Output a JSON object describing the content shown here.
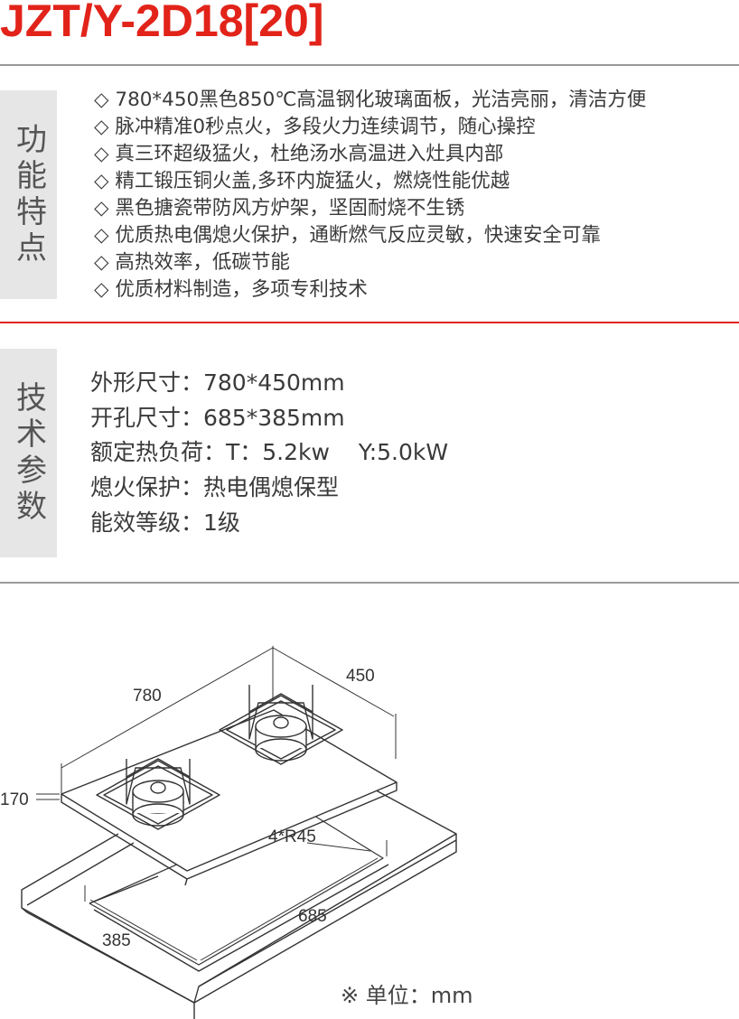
{
  "title": "JZT/Y-2D18[20]",
  "colors": {
    "accent": "#e2231a",
    "sidebar_bg": "#e6e6e6"
  },
  "features": {
    "heading": "功能特点",
    "bullet": "◇",
    "items": [
      "780*450黑色850℃高温钢化玻璃面板，光洁亮丽，清洁方便",
      "脉冲精准0秒点火，多段火力连续调节，随心操控",
      "真三环超级猛火，杜绝汤水高温进入灶具内部",
      "精工锻压铜火盖,多环内旋猛火，燃烧性能优越",
      "黑色搪瓷带防风方炉架，坚固耐烧不生锈",
      "优质热电偶熄火保护，通断燃气反应灵敏，快速安全可靠",
      "高热效率，低碳节能",
      "优质材料制造，多项专利技术"
    ]
  },
  "specs": {
    "heading": "技术参数",
    "items": [
      "外形尺寸：780*450mm",
      "开孔尺寸：685*385mm",
      "额定热负荷：T：5.2kw    Y:5.0kW",
      "熄火保护：热电偶熄保型",
      "能效等级：1级"
    ]
  },
  "diagram": {
    "dim_length": "780",
    "dim_width": "450",
    "dim_height": "170",
    "dim_radius": "4*R45",
    "cutout_length": "685",
    "cutout_width": "385",
    "unit_note": "※ 单位：mm"
  }
}
